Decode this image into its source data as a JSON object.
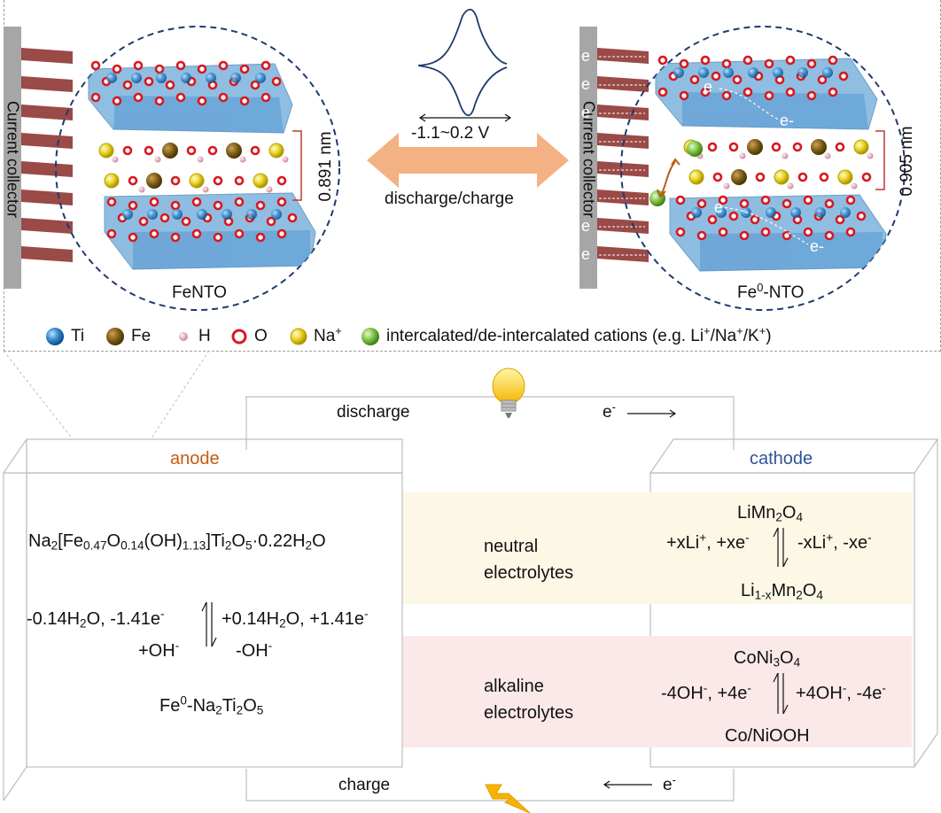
{
  "top": {
    "left_structure": {
      "collector_label": "Current collector",
      "spacing": "0.891 nm",
      "name": "FeNTO"
    },
    "right_structure": {
      "collector_label": "Current collector",
      "spacing": "0.905 nm",
      "name_prefix": "Fe",
      "name_sup": "0",
      "name_suffix": "-NTO",
      "electron": "e",
      "electron_minus": "e-"
    },
    "cv_range": "-1.1~0.2 V",
    "process_label": "discharge/charge",
    "legend": {
      "ti": "Ti",
      "fe": "Fe",
      "h": "H",
      "o": "O",
      "na": "Na",
      "na_sup": "+",
      "cations": "intercalated/de-intercalated cations (e.g. Li",
      "cations_li_sup": "+",
      "cations_mid": "/Na",
      "cations_na_sup": "+",
      "cations_mid2": "/K",
      "cations_k_sup": "+",
      "cations_end": ")"
    },
    "colors": {
      "ti": "#3a8fd0",
      "fe": "#7a5a12",
      "h": "#d9a7b8",
      "o": "#d71920",
      "na": "#e8d21c",
      "cation": "#7cc242",
      "arrow": "#f4b183",
      "slab": "#6aa8d8",
      "circle": "#1f3a6e",
      "collector_plate": "#a6a6a6",
      "collector_bar": "#9a4a47"
    }
  },
  "circuit": {
    "discharge_label": "discharge",
    "charge_label": "charge",
    "electron_top": "e",
    "electron_top_sup": "-",
    "electron_bottom": "e",
    "electron_bottom_sup": "-"
  },
  "anode": {
    "label": "anode",
    "formula": "Na2[Fe0.47O0.14(OH)1.13]Ti2O5·0.22H2O",
    "left_reaction_line1": "-0.14H2O, -1.41e-",
    "left_reaction_line2": "+OH-",
    "right_reaction_line1": "+0.14H2O, +1.41e-",
    "right_reaction_line2": "-OH-",
    "product": "Fe0-Na2Ti2O5"
  },
  "electrolytes": {
    "neutral_line1": "neutral",
    "neutral_line2": "electrolytes",
    "alkaline_line1": "alkaline",
    "alkaline_line2": "electrolytes",
    "neutral_bg": "#fdf7e6",
    "alkaline_bg": "#fbe9e9"
  },
  "cathode": {
    "label": "cathode",
    "neutral_top": "LiMn2O4",
    "neutral_left": "+xLi+, +xe-",
    "neutral_right": "-xLi+, -xe-",
    "neutral_bottom": "Li1-xMn2O4",
    "alkaline_top": "CoNi3O4",
    "alkaline_left": "-4OH-, +4e-",
    "alkaline_right": "+4OH-, -4e-",
    "alkaline_bottom": "Co/NiOOH"
  }
}
